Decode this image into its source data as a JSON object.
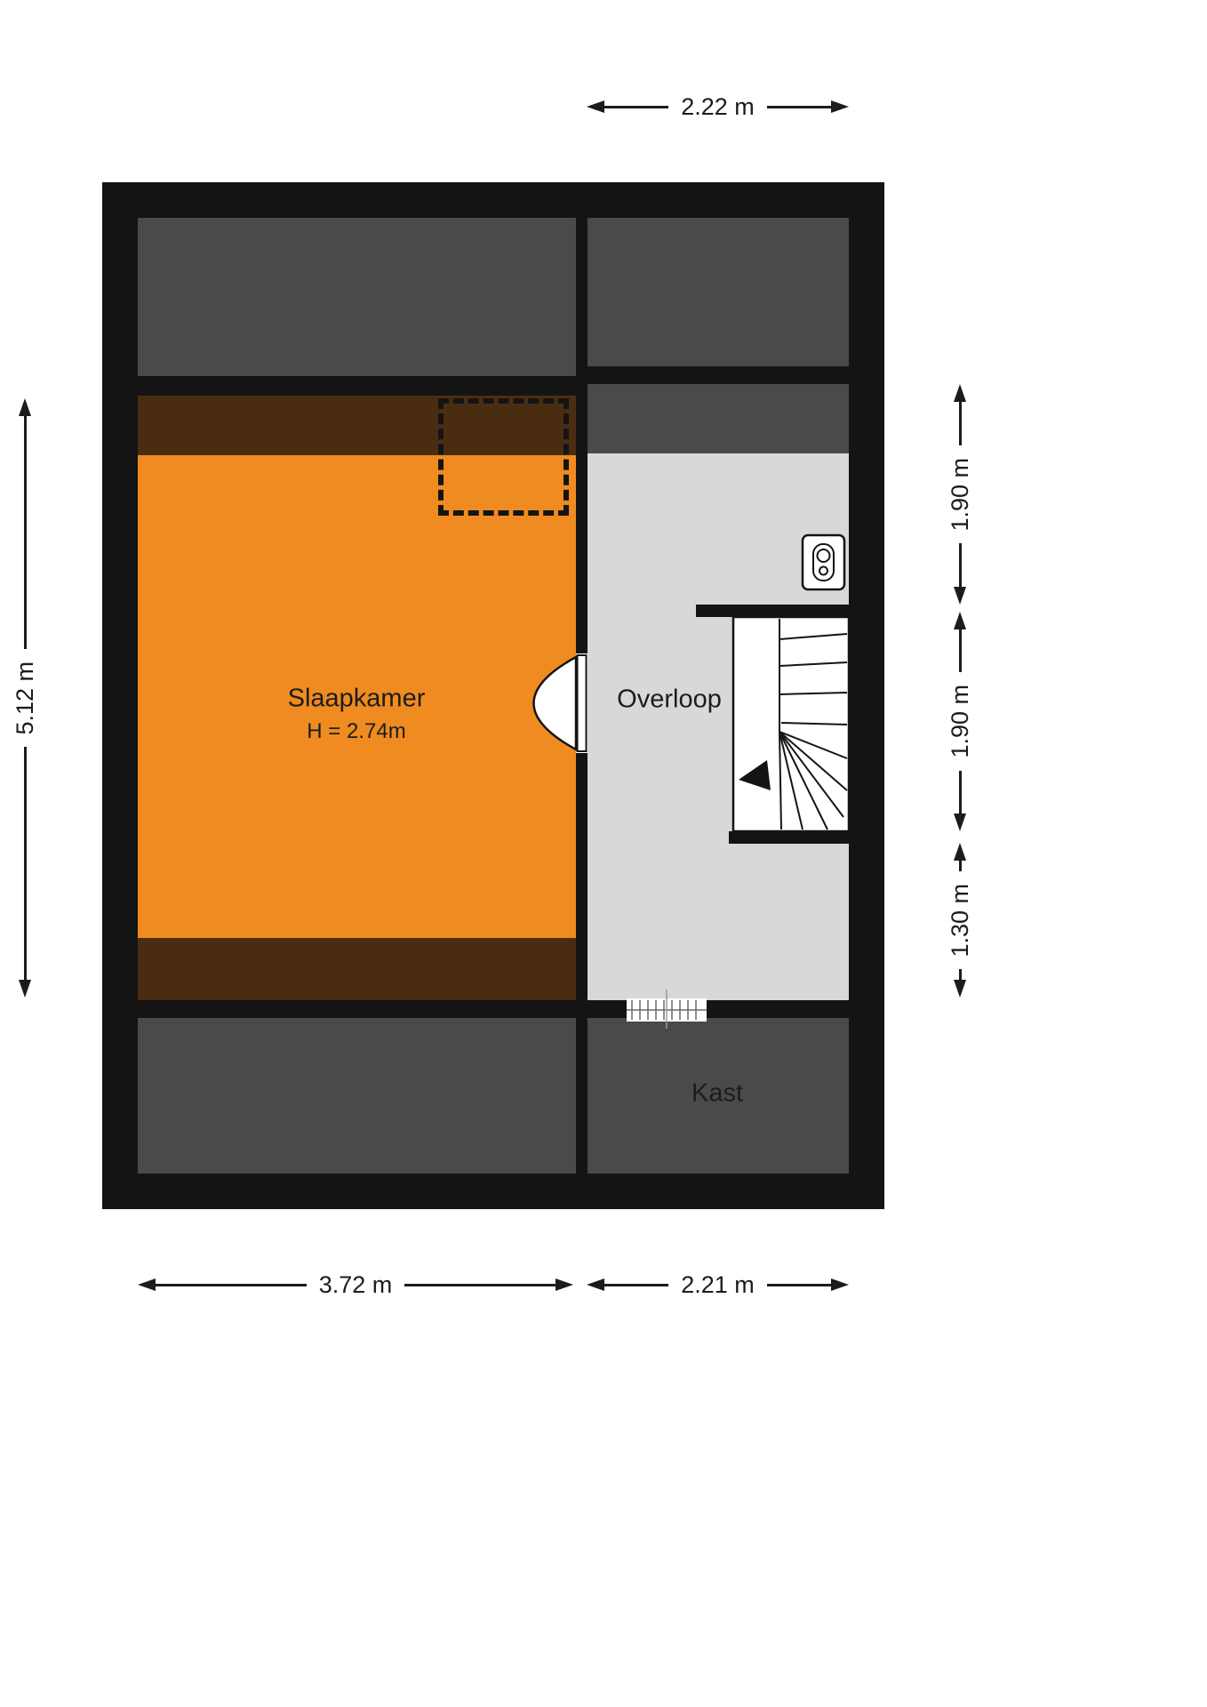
{
  "rooms": {
    "bedroom": {
      "name": "Slaapkamer",
      "ceiling_height": "H = 2.74m"
    },
    "landing": {
      "name": "Overloop"
    },
    "closet": {
      "name": "Kast"
    }
  },
  "dimensions": {
    "top_width": "2.22 m",
    "left_height": "5.12 m",
    "right_upper": "1.90 m",
    "right_middle": "1.90 m",
    "right_lower": "1.30 m",
    "bottom_left_width": "3.72 m",
    "bottom_right_width": "2.21 m"
  },
  "colors": {
    "bedroom_fill": "#ef8b20",
    "landing_fill": "#d8d8d8",
    "attic_fill": "#4a4a4a",
    "knee_wall_fill": "#4a2d11",
    "wall": "#141414"
  }
}
